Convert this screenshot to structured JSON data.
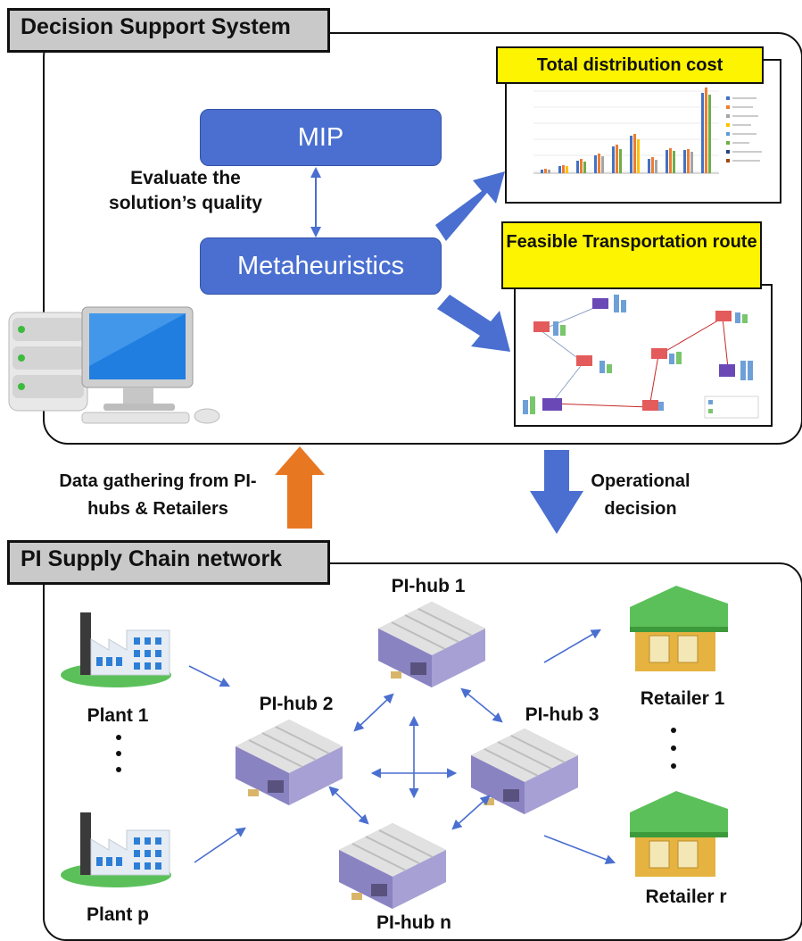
{
  "dss": {
    "title": "Decision Support System",
    "mip_label": "MIP",
    "meta_label": "Metaheuristics",
    "evaluate_label": "Evaluate the solution’s quality",
    "cost_title": "Total distribution cost",
    "route_title": "Feasible Transportation route"
  },
  "flow": {
    "data_gathering": "Data gathering from PI-hubs & Retailers",
    "operational": "Operational decision"
  },
  "network": {
    "title": "PI Supply Chain network",
    "plant1": "Plant 1",
    "plantp": "Plant p",
    "hub1": "PI-hub 1",
    "hub2": "PI-hub 2",
    "hub3": "PI-hub 3",
    "hubn": "PI-hub n",
    "retailer1": "Retailer 1",
    "retailerr": "Retailer r"
  },
  "colors": {
    "blue": "#4a6fd0",
    "orange": "#e87722",
    "yellow": "#fcf400"
  },
  "icons": [
    "server-icon",
    "computer-icon",
    "factory-icon",
    "warehouse-icon",
    "store-icon"
  ]
}
